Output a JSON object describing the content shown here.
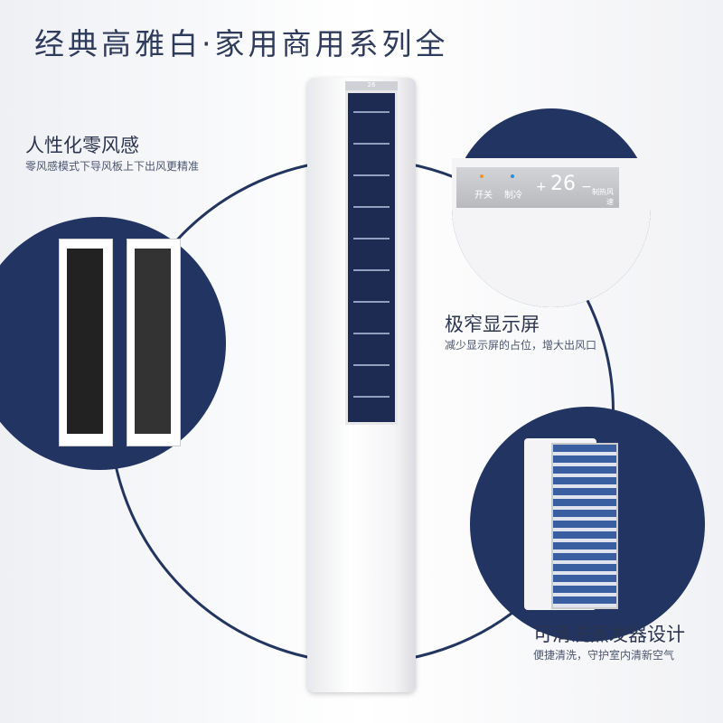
{
  "title": "经典高雅白·家用商用系列全",
  "features": [
    {
      "heading": "人性化零风感",
      "sub": "零风感模式下导风板上下出风更精准"
    },
    {
      "heading": "极窄显示屏",
      "sub": "减少显示屏的占位，增大出风口"
    },
    {
      "heading": "可清洗蒸发器设计",
      "sub": "便捷清洗，守护室内清新空气"
    }
  ],
  "display": {
    "power": "开关",
    "cool": "制冷",
    "plus": "+",
    "temp": "26",
    "minus": "−",
    "heat": "制热",
    "fan": "风速"
  },
  "colors": {
    "navy": "#223462",
    "ring": "#23355f"
  }
}
